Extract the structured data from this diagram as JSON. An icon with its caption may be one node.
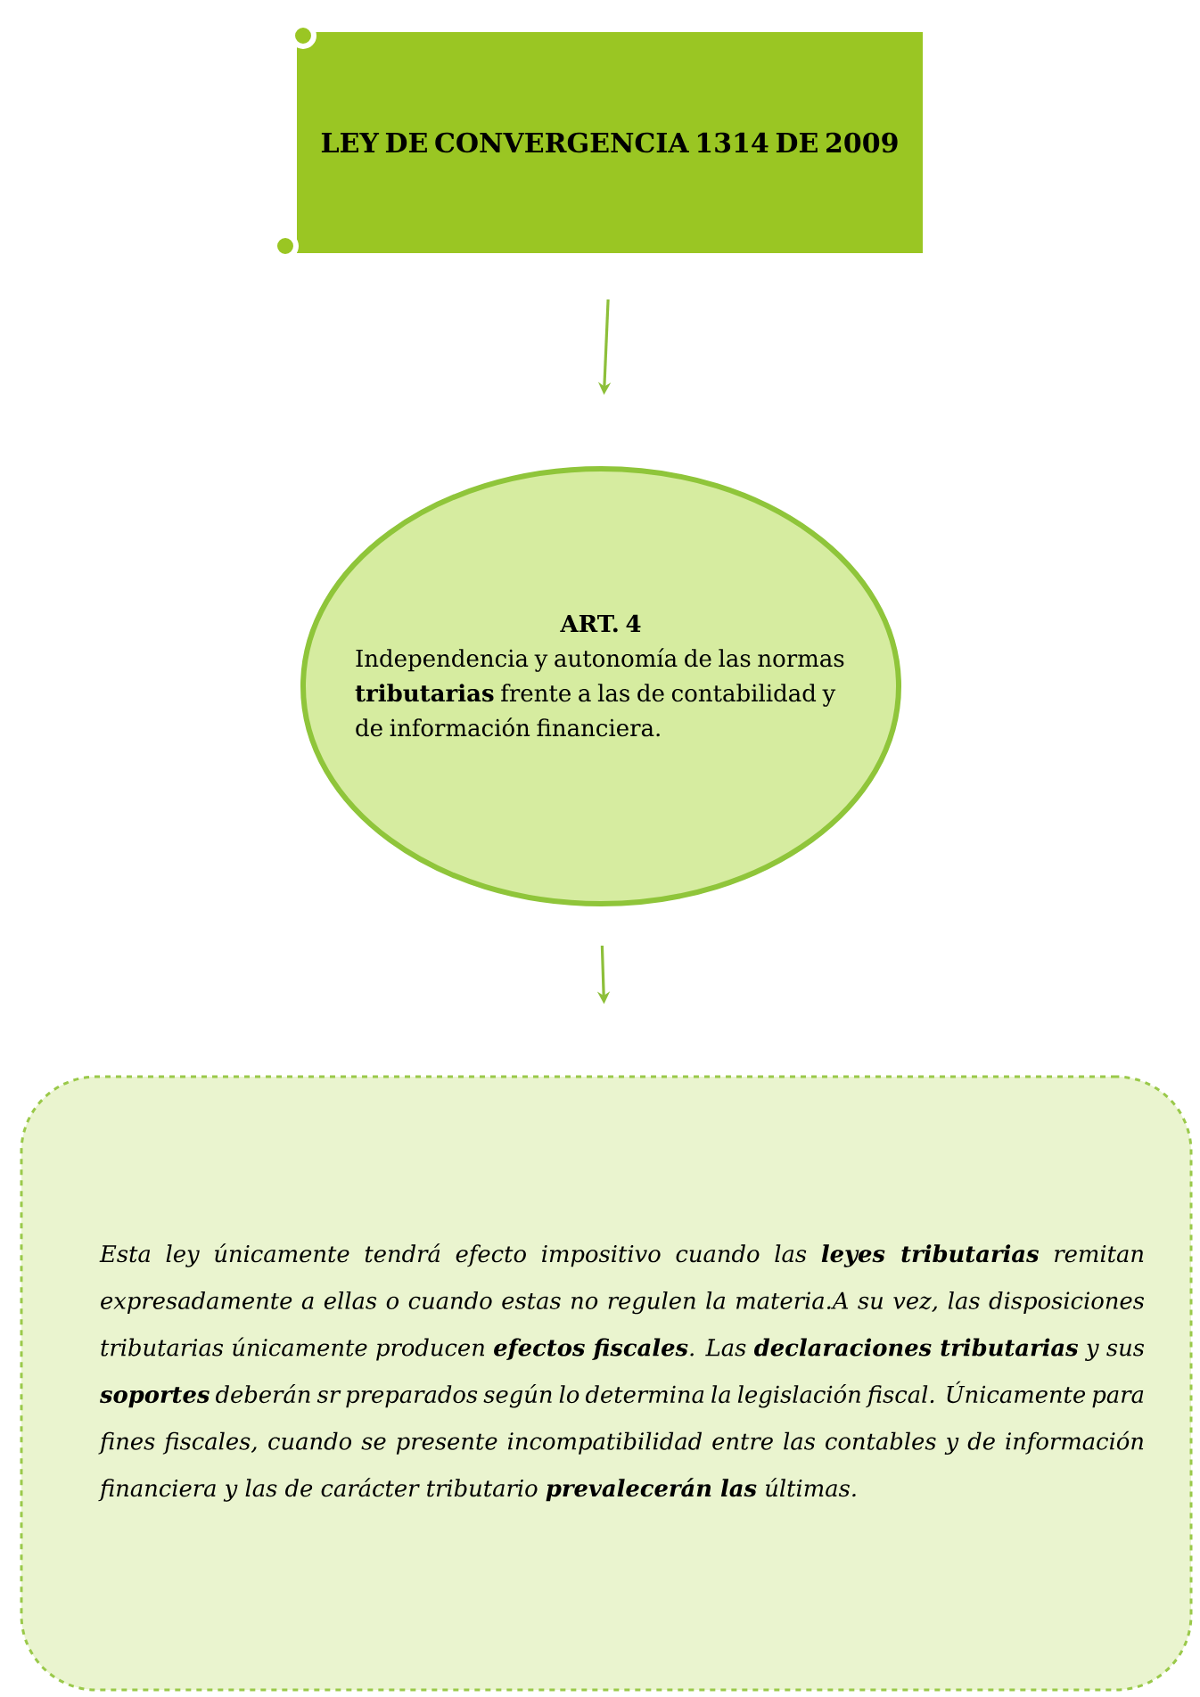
{
  "diagram": {
    "nodes": [
      {
        "text": [
          "LEY DE CONVERGENCIA 1314 DE 2009"
        ]
      },
      {
        "text": [
          "ART. 4",
          "Independencia y autonomía de las normas **tributarias** frente a las de contabilidad y de información financiera."
        ]
      },
      {
        "text": [
          "Esta ley únicamente tendrá efecto impositivo cuando las **leyes tributarias** remitan expresadamente a ellas o cuando estas no regulen la materia.A su vez, las disposiciones tributarias únicamente producen **efectos fiscales**. Las **declaraciones tributarias** y sus **soportes** deberán sr preparados según lo determina la legislación fiscal. Únicamente para fines fiscales, cuando se presente incompatibilidad entre las  contables y de información financiera y las de carácter tributario **prevalecerán las** últimas."
        ]
      }
    ],
    "edges": [
      {
        "from": 0,
        "to": 1,
        "arrow": "to"
      },
      {
        "from": 1,
        "to": 2,
        "arrow": "to"
      }
    ]
  }
}
